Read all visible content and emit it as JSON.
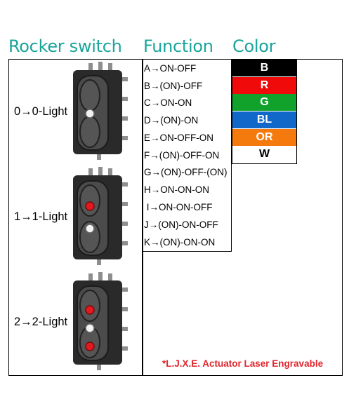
{
  "headers": {
    "rocker": "Rocker switch",
    "function": "Function",
    "color": "Color"
  },
  "functions": [
    "A→ON-OFF",
    "B→(ON)-OFF",
    "C→ON-ON",
    "D→(ON)-ON",
    "E→ON-OFF-ON",
    "F→(ON)-OFF-ON",
    "G→(ON)-OFF-(ON)",
    "H→ON-ON-ON",
    " I→ON-ON-OFF",
    "J→(ON)-ON-OFF",
    "K→(ON)-ON-ON"
  ],
  "colors": [
    {
      "label": "B",
      "bg": "#000000",
      "fg": "#ffffff"
    },
    {
      "label": "R",
      "bg": "#f00a0a",
      "fg": "#ffffff"
    },
    {
      "label": "G",
      "bg": "#10a22b",
      "fg": "#ffffff"
    },
    {
      "label": "BL",
      "bg": "#1168c8",
      "fg": "#ffffff"
    },
    {
      "label": "OR",
      "bg": "#f57a0e",
      "fg": "#ffffff"
    },
    {
      "label": "W",
      "bg": "#ffffff",
      "fg": "#000000"
    }
  ],
  "lights": [
    {
      "label": "0→0-Light",
      "red_dots": 0
    },
    {
      "label": "1→1-Light",
      "red_dots": 1
    },
    {
      "label": "2→2-Light",
      "red_dots": 2
    }
  ],
  "note": "*L.J.X.E. Actuator Laser Engravable"
}
